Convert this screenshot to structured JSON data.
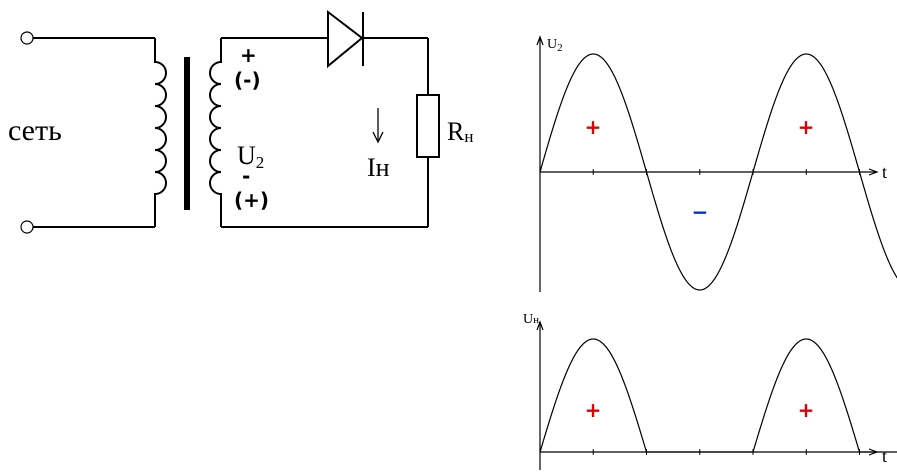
{
  "circuit": {
    "mains_label": "сеть",
    "secondary_voltage": {
      "main": "U",
      "sub": "2"
    },
    "top_polarity": "+",
    "top_polarity_alt": "(-)",
    "bottom_polarity": "-",
    "bottom_polarity_alt": "(+)",
    "load_current": "Iн",
    "load_resistor": {
      "main": "R",
      "sub": "н"
    }
  },
  "colors": {
    "positive": "#e00000",
    "negative": "#0030c0",
    "line": "#000000"
  },
  "chart_data": [
    {
      "type": "line",
      "ylabel": {
        "main": "U",
        "sub": "2"
      },
      "xlabel": "t",
      "x": [
        0,
        0.5,
        1,
        1.5,
        2
      ],
      "ylim": [
        -1,
        1
      ],
      "half_wave_signs": [
        "+",
        "−",
        "+"
      ],
      "sign_colors": [
        "#e00000",
        "#0030c0",
        "#e00000"
      ]
    },
    {
      "type": "line",
      "ylabel": {
        "main": "U",
        "sub": "н"
      },
      "xlabel": "t",
      "x": [
        0,
        0.5,
        1,
        1.5,
        2
      ],
      "ylim": [
        0,
        1
      ],
      "half_wave_signs": [
        "+",
        "+"
      ],
      "sign_colors": [
        "#e00000",
        "#e00000"
      ]
    }
  ]
}
